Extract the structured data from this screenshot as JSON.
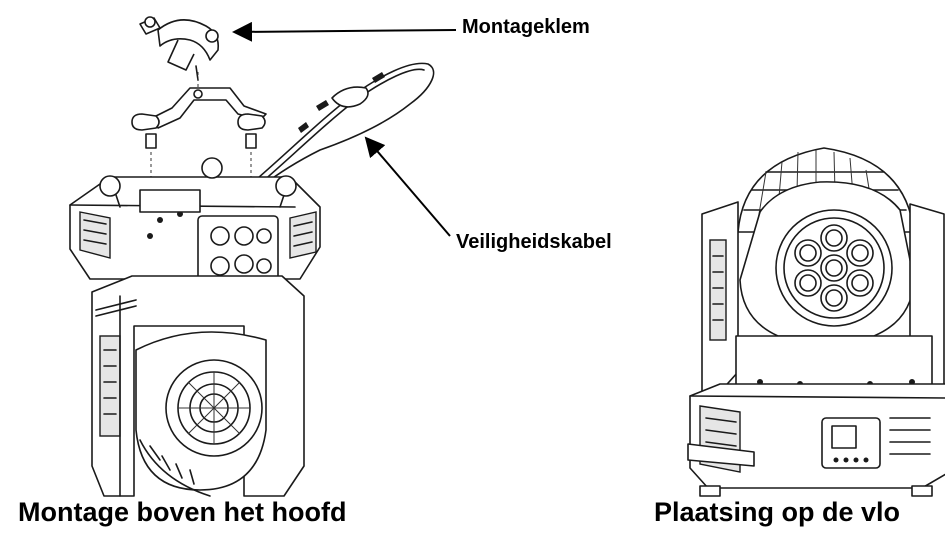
{
  "callouts": {
    "clamp": "Montageklem",
    "safety_cable": "Veiligheidskabel"
  },
  "captions": {
    "overhead": "Montage boven het hoofd",
    "floor": "Plaatsing op de vlo"
  }
}
